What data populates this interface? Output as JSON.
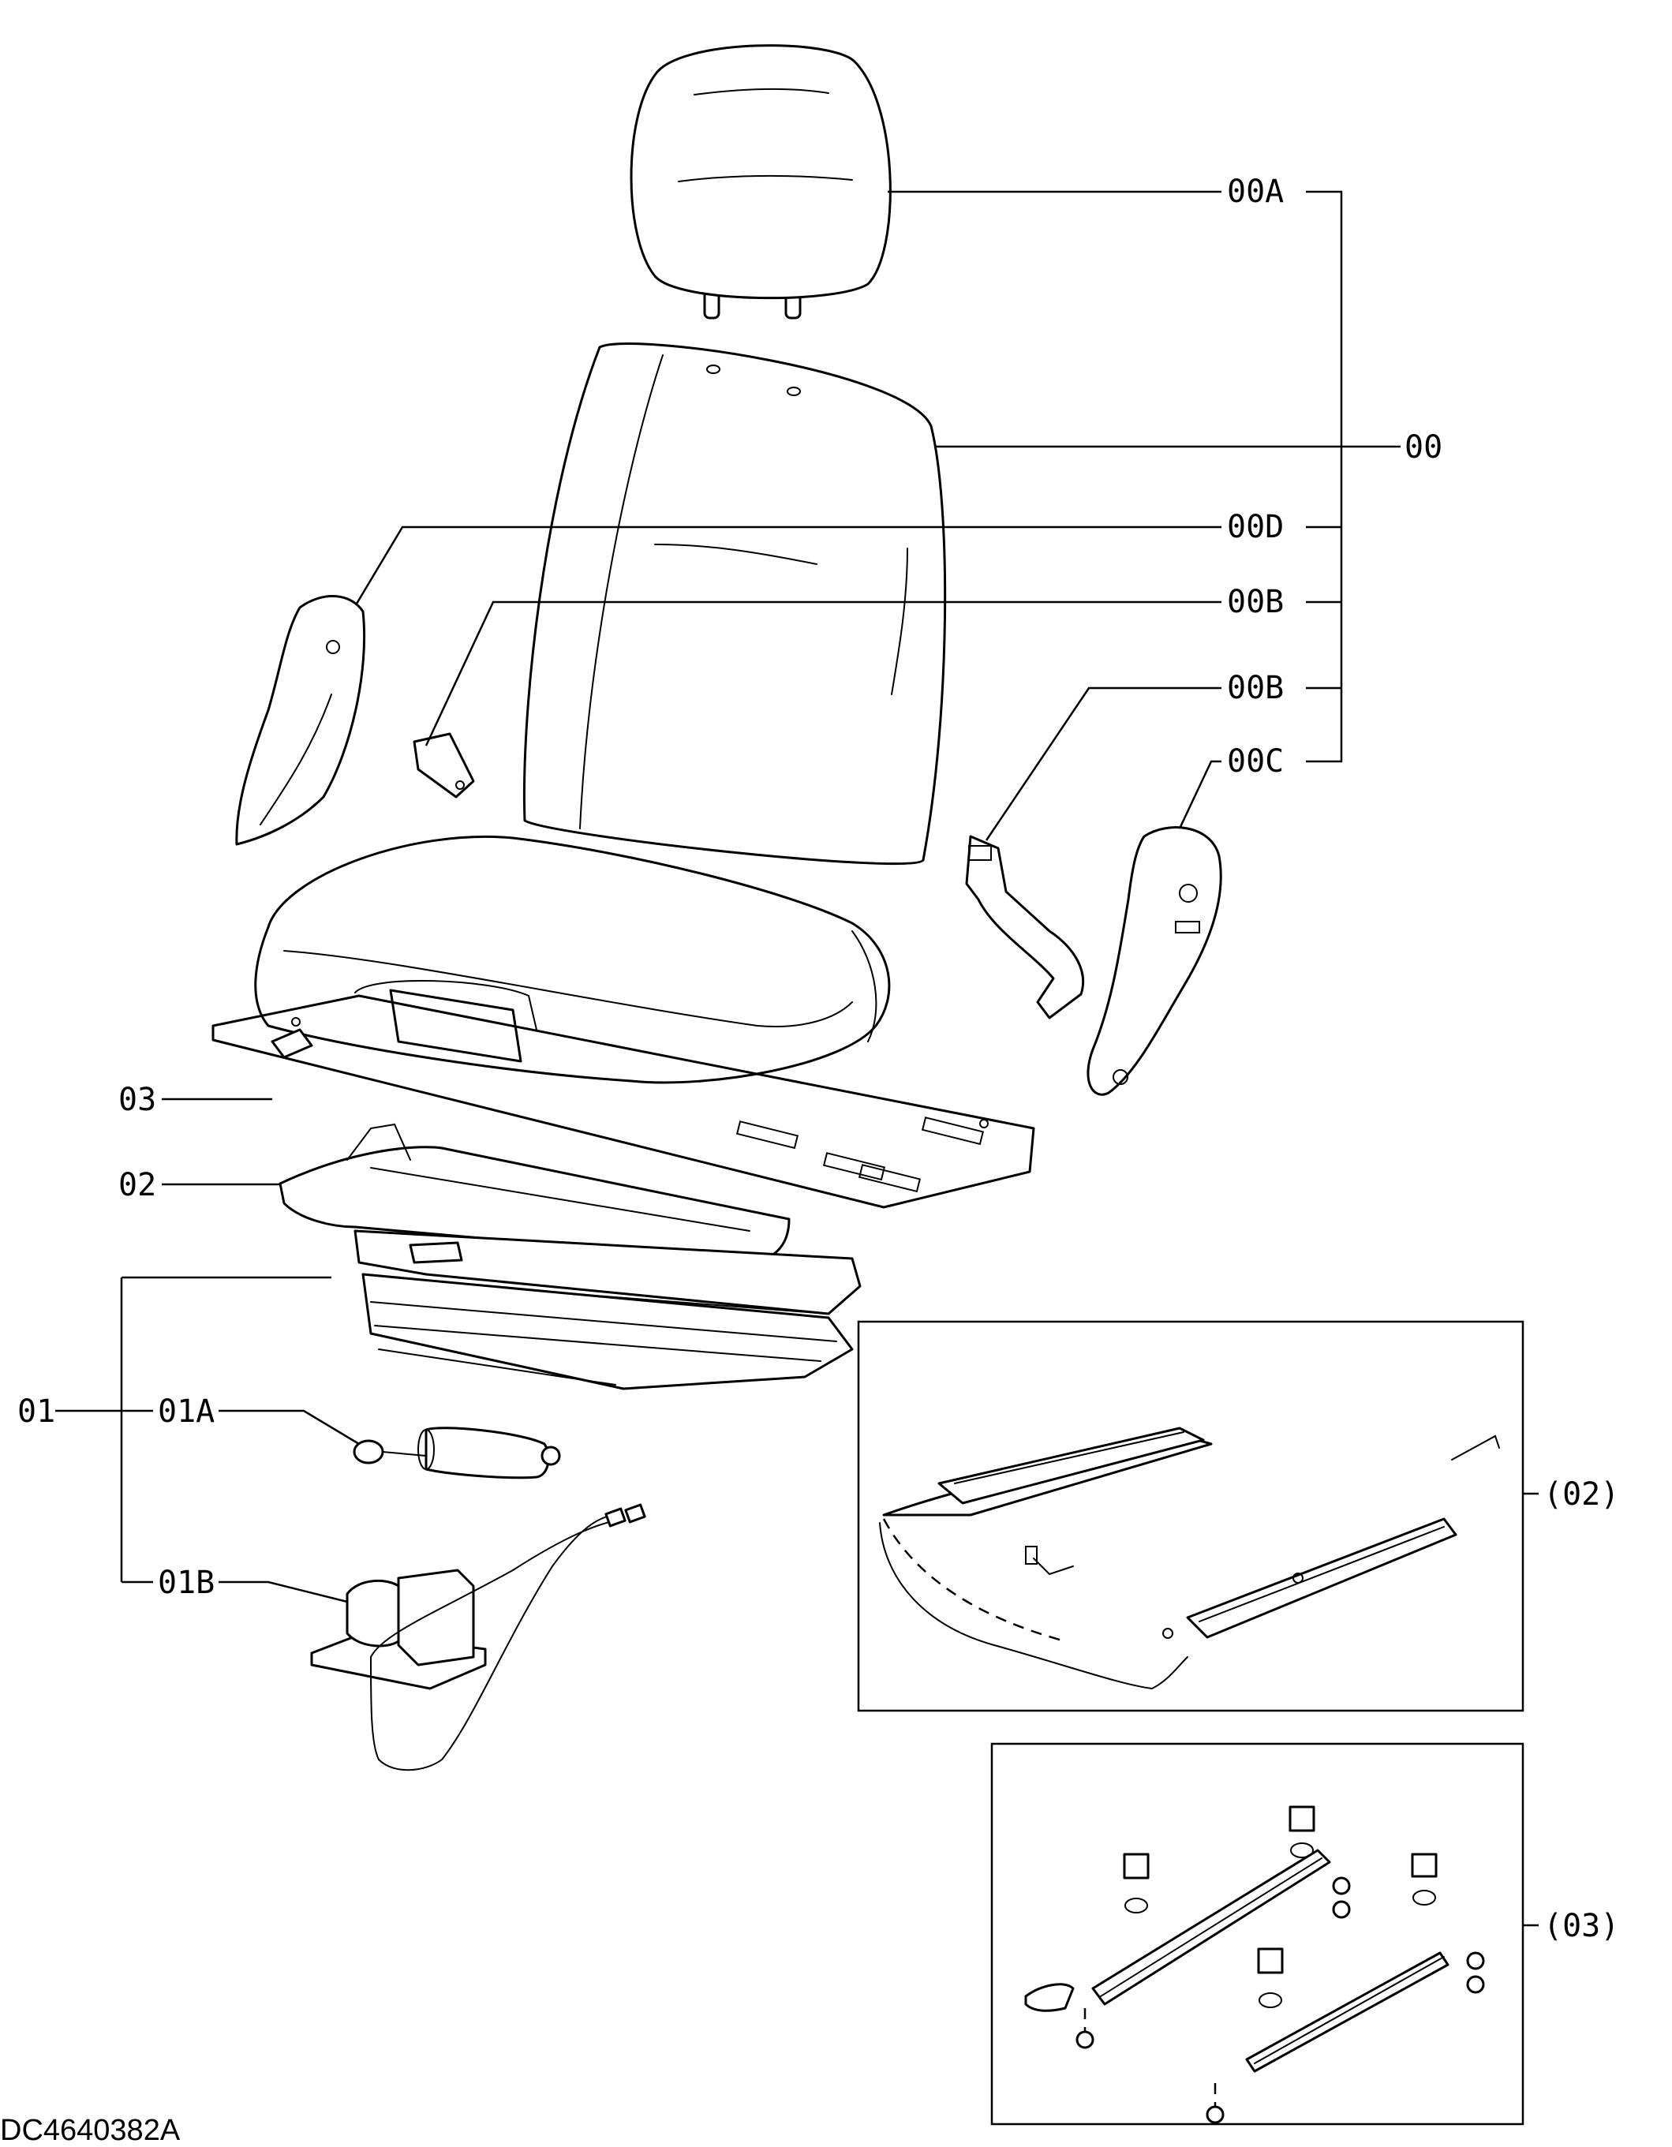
{
  "callouts": {
    "c00A": "00A",
    "c00": "00",
    "c00D": "00D",
    "c00B_left": "00B",
    "c00B_right": "00B",
    "c00C": "00C",
    "c03": "03",
    "c02": "02",
    "c01": "01",
    "c01A": "01A",
    "c01B": "01B",
    "detail02": "(02)",
    "detail03": "(03)"
  },
  "drawing_number": "DC4640382A"
}
